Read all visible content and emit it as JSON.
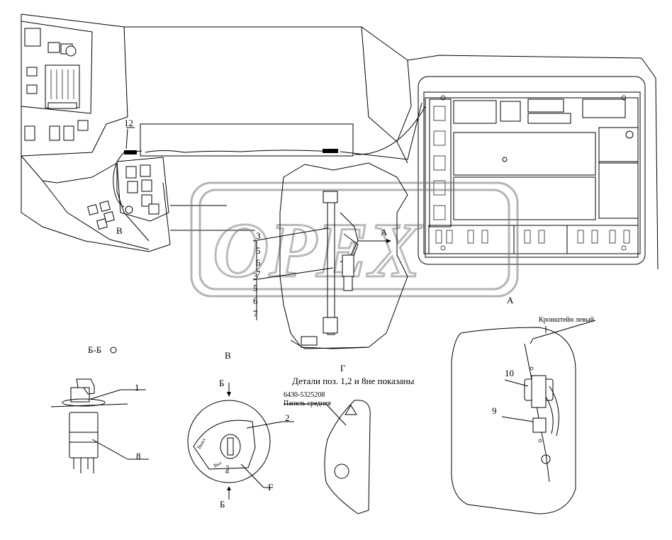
{
  "views": {
    "view_a": "А",
    "view_b": "В",
    "view_g": "Г",
    "section_bb": "Б-Б"
  },
  "arrow_a_label": "А",
  "section_mark_top": "Б",
  "section_mark_bottom": "Б",
  "callouts": {
    "c12": "12",
    "c3a": "3",
    "c5a": "5",
    "c6a": "6",
    "c7a": "7",
    "c3b": "3",
    "c5b": "5",
    "c6b": "6",
    "c7b": "7",
    "c1": "1",
    "c8": "8",
    "c2": "2",
    "c_g": "Г",
    "c10": "10",
    "c9": "9",
    "c_v_left": "В"
  },
  "notes": {
    "details_not_shown": "Детали поз. 1,2 и 8не показаны",
    "part_number": "6430-5325208",
    "part_name": "Панель средняя",
    "bracket_left": "Кронштейн левый"
  },
  "switch_positions": [
    "Выкл",
    "Вкл",
    "Вкл"
  ],
  "watermark": "OPEX"
}
